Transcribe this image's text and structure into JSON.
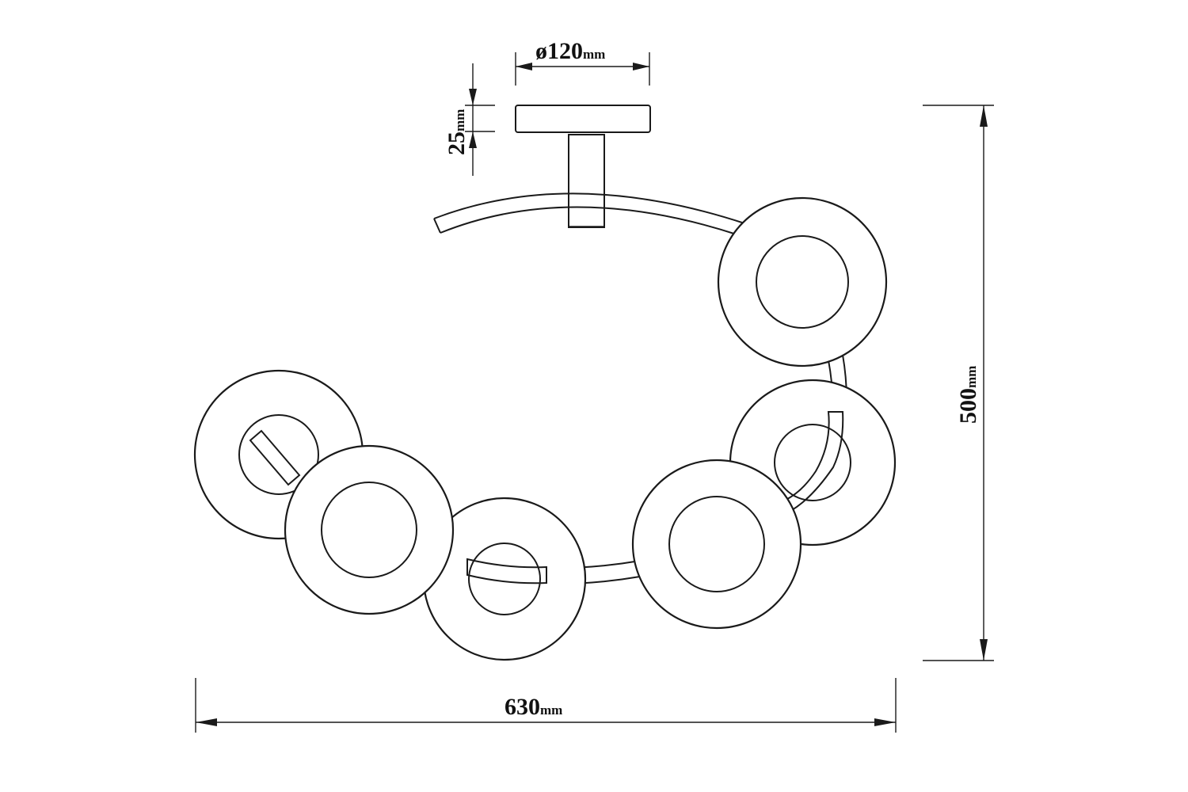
{
  "dimensions": {
    "canopy_diameter": "ø120",
    "canopy_diameter_unit": "mm",
    "canopy_height": "25",
    "canopy_height_unit": "mm",
    "total_height": "500",
    "total_height_unit": "mm",
    "total_width": "630",
    "total_width_unit": "mm"
  },
  "components": {
    "canopy": "ceiling-canopy",
    "stem": "mount-stem",
    "arm": "curved-led-arm",
    "shade_count": 6
  },
  "colors": {
    "line": "#1a1a1a",
    "background": "#ffffff"
  }
}
